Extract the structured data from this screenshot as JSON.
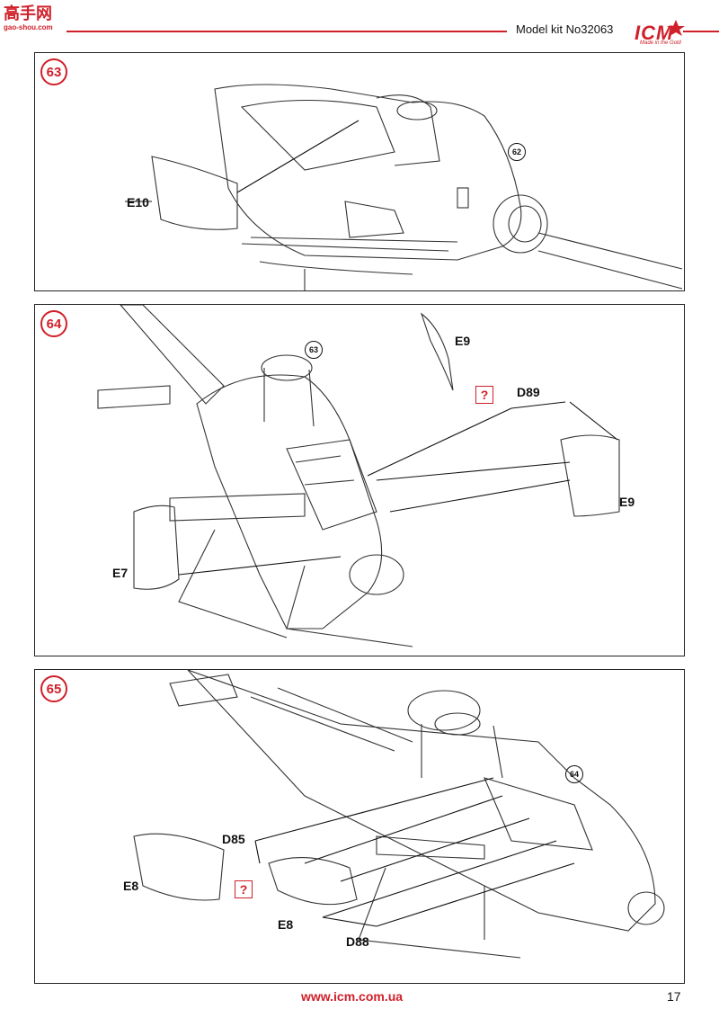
{
  "header": {
    "logo_cn": "高手网",
    "logo_url": "gao-shou.com",
    "kit_label": "Model kit No32063",
    "brand": "ICM",
    "brand_tagline": "Made in the Gold"
  },
  "steps": [
    {
      "number": "63",
      "ref": "62",
      "parts": {
        "a": "E10"
      }
    },
    {
      "number": "64",
      "ref": "63",
      "parts": {
        "a": "E9",
        "b": "D89",
        "c": "E9",
        "d": "E7"
      },
      "question": "?"
    },
    {
      "number": "65",
      "ref": "64",
      "parts": {
        "a": "D85",
        "b": "E8",
        "c": "E8",
        "d": "D88"
      },
      "question": "?"
    }
  ],
  "footer": {
    "url": "www.icm.com.ua",
    "page": "17"
  },
  "colors": {
    "accent": "#d0202a",
    "line": "#222222"
  }
}
